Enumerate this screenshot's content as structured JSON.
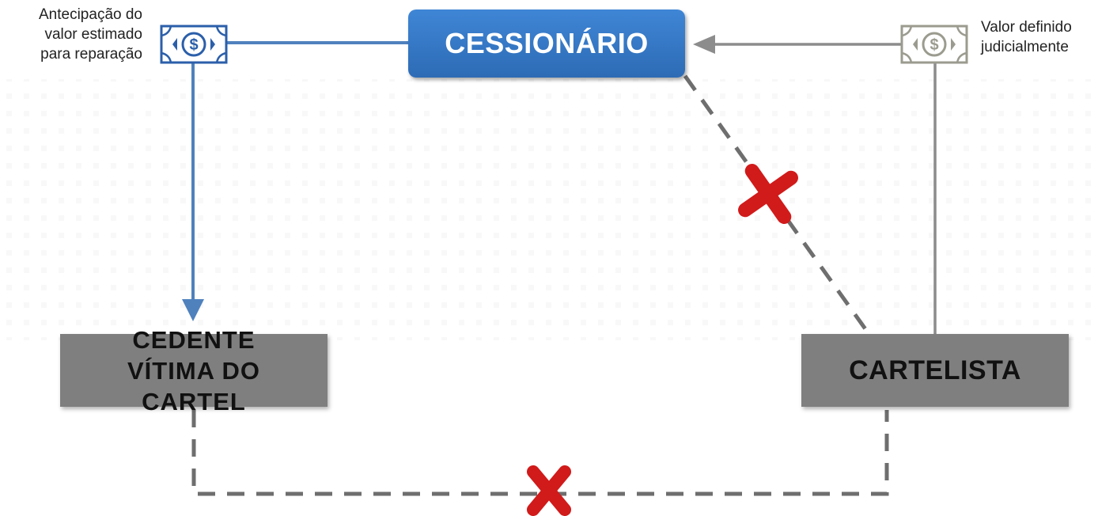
{
  "nodes": {
    "cessionario": "CESSIONÁRIO",
    "cedente": [
      "CEDENTE",
      "VÍTIMA DO",
      "CARTEL"
    ],
    "cartelista": "CARTELISTA"
  },
  "notes": {
    "left": [
      "Antecipação do",
      "valor estimado",
      "para reparação"
    ],
    "right": [
      "Valor definido",
      "judicialmente"
    ]
  },
  "icons": {
    "left_money": "money-bill-icon",
    "right_money": "money-bill-icon",
    "blocked": "red-x-icon"
  },
  "colors": {
    "cessionario": "#2f6fba",
    "boxes": "#7f7f7f",
    "blue_flow": "#4f81bd",
    "gray_flow": "#8c8c8c",
    "dashed": "#6e6e6e",
    "cross": "#d11a1a",
    "left_bill": "#2b5faa",
    "right_bill": "#9b9b8f"
  }
}
